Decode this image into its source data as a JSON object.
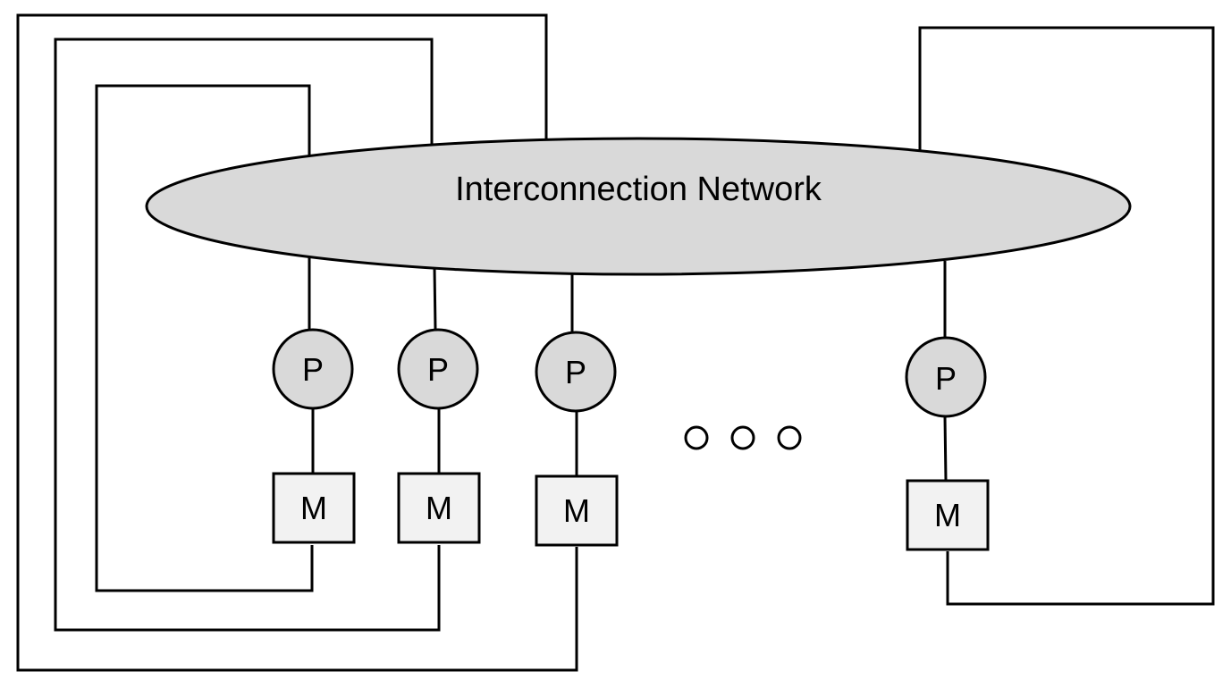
{
  "network": {
    "label": "Interconnection Network"
  },
  "nodes": [
    {
      "processor_label": "P",
      "memory_label": "M"
    },
    {
      "processor_label": "P",
      "memory_label": "M"
    },
    {
      "processor_label": "P",
      "memory_label": "M"
    },
    {
      "processor_label": "P",
      "memory_label": "M"
    }
  ],
  "colors": {
    "network_fill": "#d9d9d9",
    "processor_fill": "#d9d9d9",
    "memory_fill": "#f2f2f2",
    "line": "#000000"
  },
  "icons": {
    "ellipsis": "three-hollow-circles"
  }
}
